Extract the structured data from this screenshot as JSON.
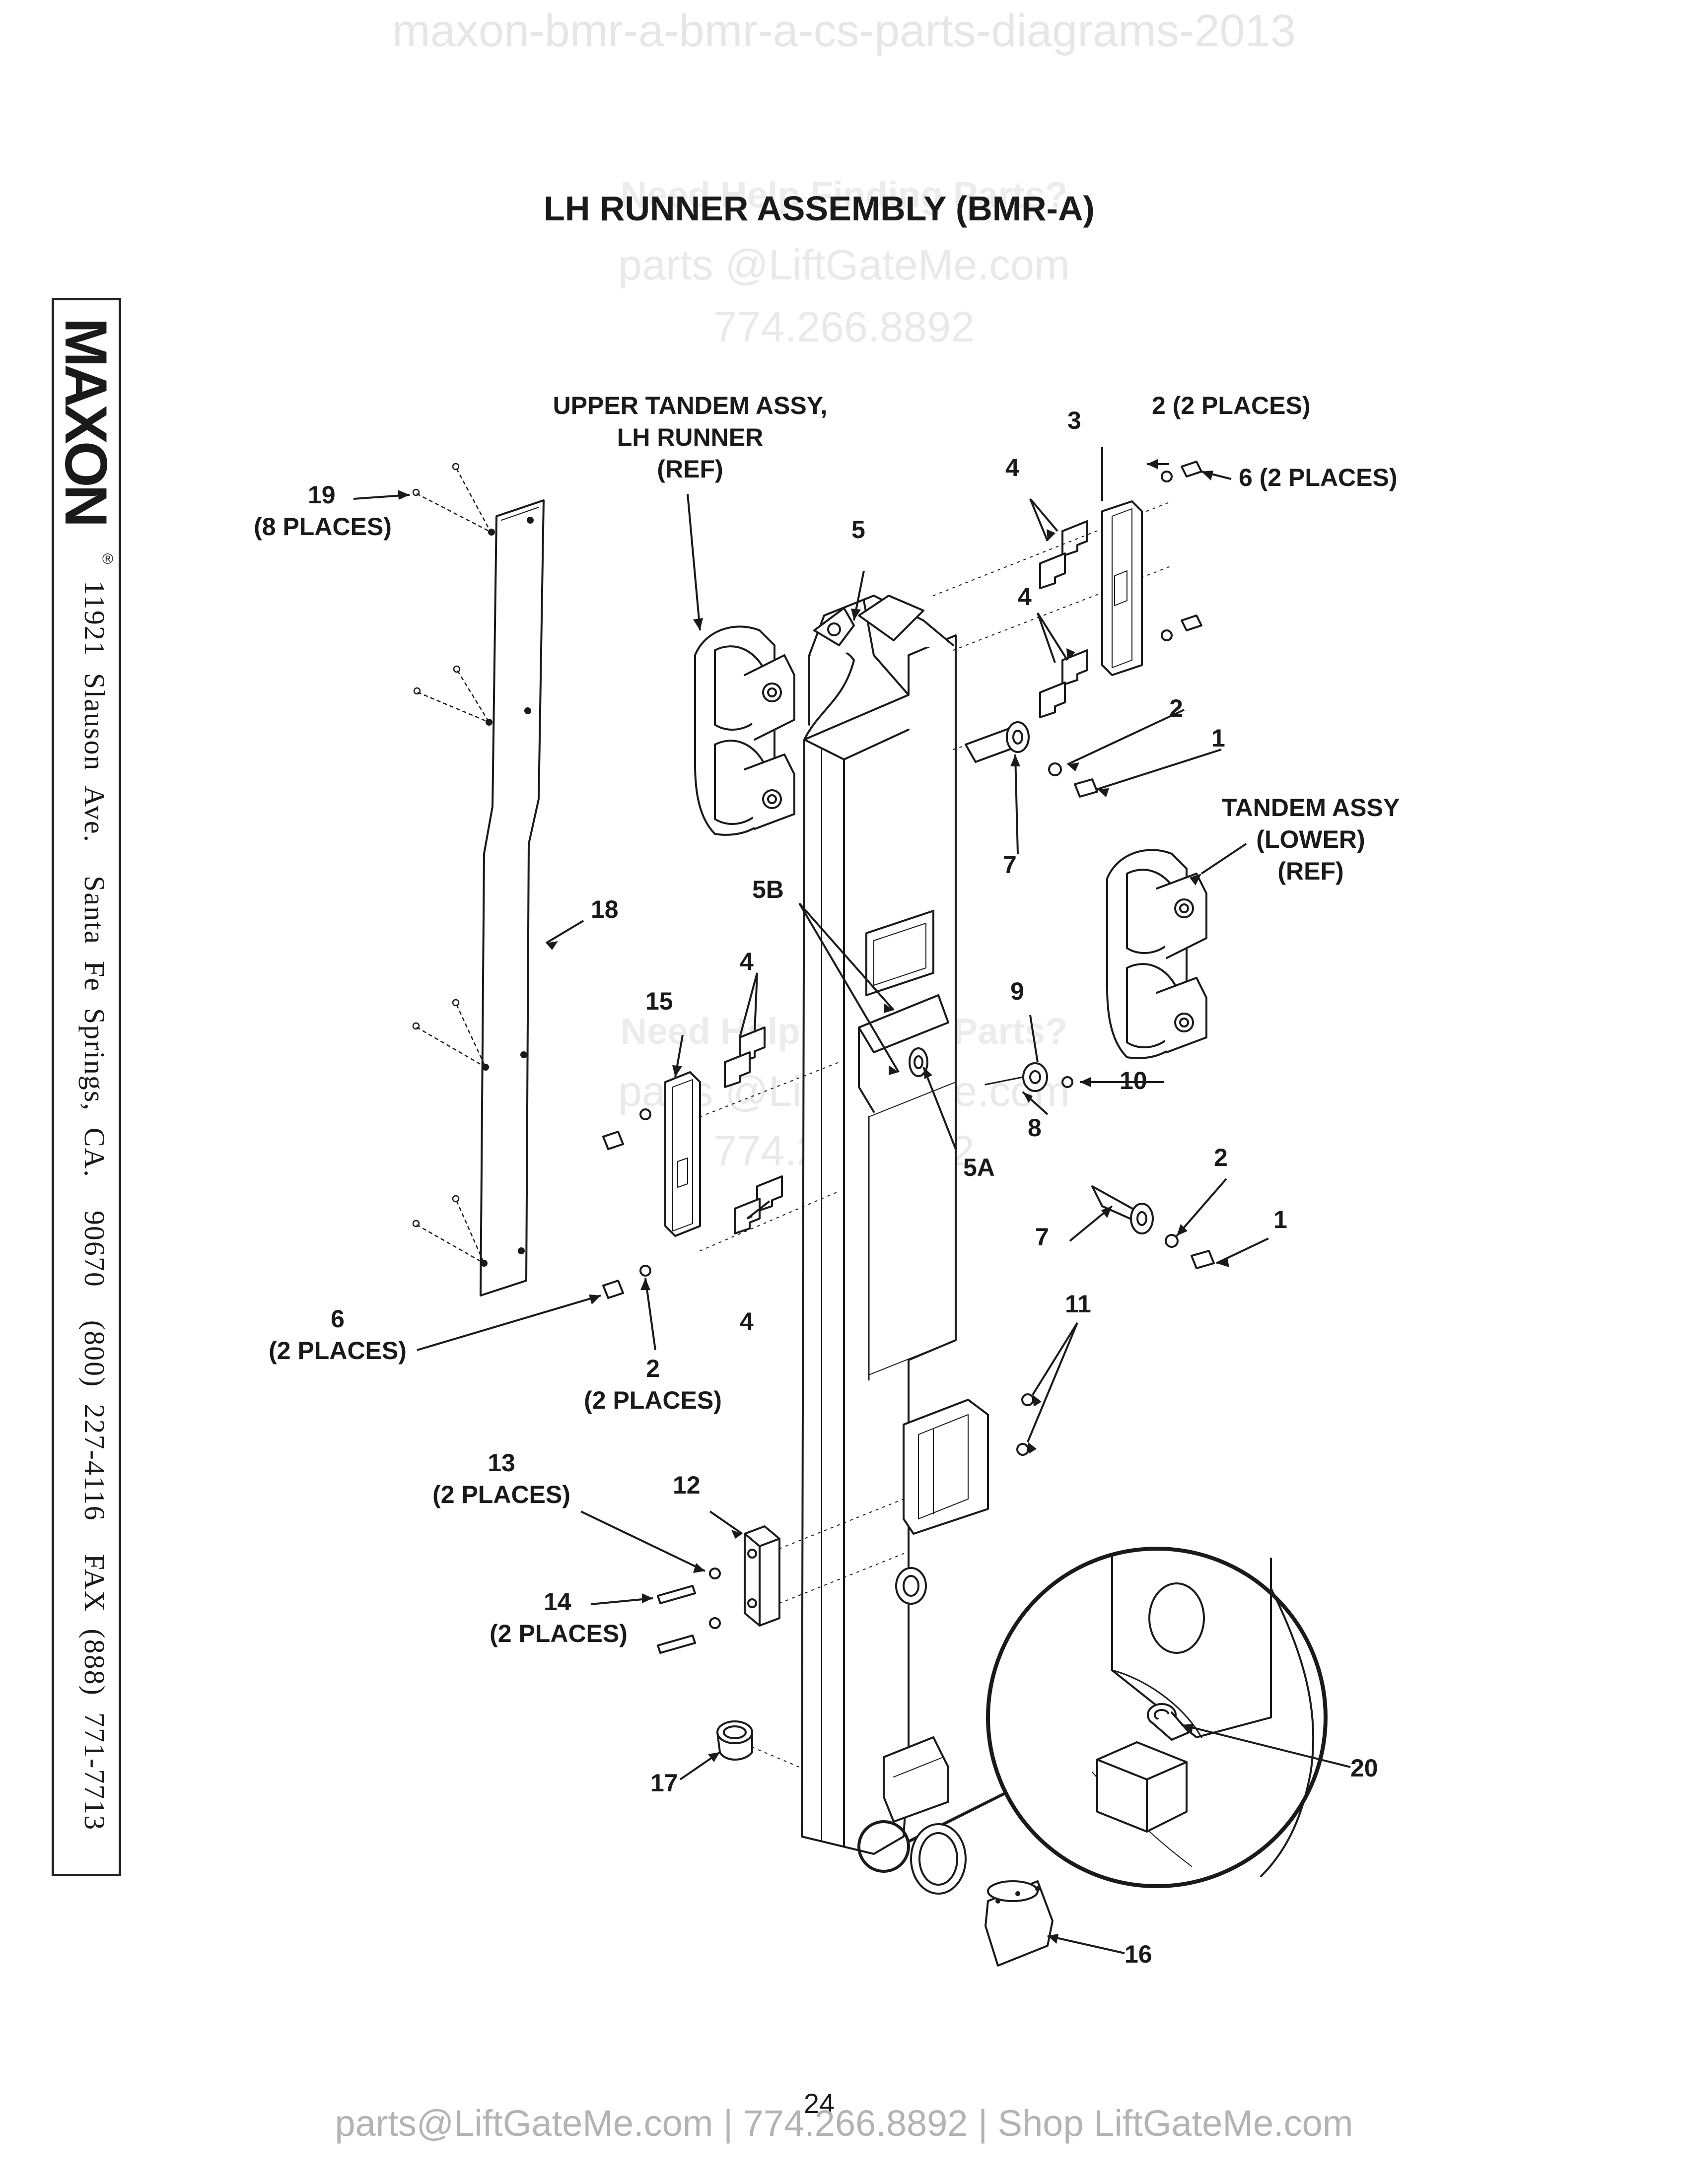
{
  "watermarks": {
    "top": "maxon-bmr-a-bmr-a-cs-parts-diagrams-2013",
    "help": "Need Help Finding Parts?",
    "email": "parts @LiftGateMe.com",
    "phone": "774.266.8892"
  },
  "title": "LH RUNNER ASSEMBLY (BMR-A)",
  "brand": {
    "logo": "MAXON",
    "registered": "®",
    "address": "11921  Slauson  Ave.    Santa  Fe  Springs,  CA.    90670    (800)  227-4116    FAX  (888)  771-7713"
  },
  "callouts": {
    "upper_tandem": [
      "UPPER TANDEM ASSY,",
      "LH RUNNER",
      "(REF)"
    ],
    "tandem_lower": [
      "TANDEM ASSY",
      "(LOWER)",
      "(REF)"
    ],
    "c19": [
      "19",
      "(8 PLACES)"
    ],
    "c18": "18",
    "c15": "15",
    "c5": "5",
    "c5b": "5B",
    "c5a": "5A",
    "c3": "3",
    "c2_top": "2 (2 PLACES)",
    "c6_top": "6 (2 PLACES)",
    "c4_a": "4",
    "c4_b": "4",
    "c4_c": "4",
    "c4_d": "4",
    "c2_a": "2",
    "c1_a": "1",
    "c7_a": "7",
    "c9": "9",
    "c10": "10",
    "c8": "8",
    "c2_b": "2",
    "c1_b": "1",
    "c7_b": "7",
    "c6_left": [
      "6",
      "(2 PLACES)"
    ],
    "c2_left": [
      "2",
      "(2 PLACES)"
    ],
    "c11": "11",
    "c13": [
      "13",
      "(2 PLACES)"
    ],
    "c12": "12",
    "c14": [
      "14",
      "(2 PLACES)"
    ],
    "c17": "17",
    "c16": "16",
    "c20": "20"
  },
  "page_number": "24",
  "footer": "parts@LiftGateMe.com | 774.266.8892 | Shop LiftGateMe.com"
}
